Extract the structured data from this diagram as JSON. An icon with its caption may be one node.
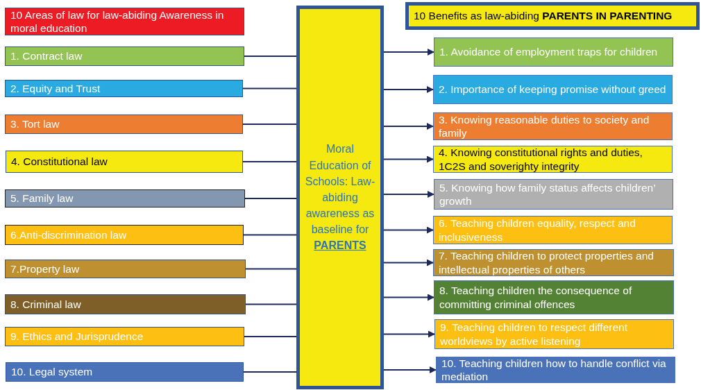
{
  "diagram": {
    "nodes": [
      {
        "text": [
          "10 Areas of law for law-abiding Awareness in  moral education"
        ]
      },
      {
        "text": [
          "1. Contract law"
        ]
      },
      {
        "text": [
          "2. Equity and Trust"
        ]
      },
      {
        "text": [
          "3. Tort law"
        ]
      },
      {
        "text": [
          "4. Constitutional law"
        ]
      },
      {
        "text": [
          "5. Family law"
        ]
      },
      {
        "text": [
          "6.Anti-discrimination law"
        ]
      },
      {
        "text": [
          "7.Property law"
        ]
      },
      {
        "text": [
          "8. Criminal law"
        ]
      },
      {
        "text": [
          "9. Ethics and Jurisprudence"
        ]
      },
      {
        "text": [
          "10. Legal system"
        ]
      },
      {
        "text": [
          "Moral Education of Schools: Law-abiding awareness as baseline for **PARENTS**"
        ]
      },
      {
        "text": [
          "10 Benefits as law-abiding **PARENTS IN PARENTING**"
        ]
      },
      {
        "text": [
          "1. Avoidance of employment traps for children"
        ]
      },
      {
        "text": [
          "2. Importance of keeping promise without greed"
        ]
      },
      {
        "text": [
          "3. Knowing reasonable duties to society and family"
        ]
      },
      {
        "text": [
          "4. Knowing constitutional rights and duties, 1C2S and soverighty integrity"
        ]
      },
      {
        "text": [
          "5. Knowing how family status affects children’ growth"
        ]
      },
      {
        "text": [
          "6. Teaching children equality, respect and inclusiveness"
        ]
      },
      {
        "text": [
          "7. Teaching children to protect properties and intellectual properties of others"
        ]
      },
      {
        "text": [
          "8. Teaching children the consequence of committing criminal offences"
        ]
      },
      {
        "text": [
          "9. Teaching children to respect different worldviews by active listening"
        ]
      },
      {
        "text": [
          "10. Teaching children how to handle conflict via mediation"
        ]
      }
    ],
    "edges": [
      {
        "from": 1,
        "to": 11,
        "arrow": "none"
      },
      {
        "from": 2,
        "to": 11,
        "arrow": "none"
      },
      {
        "from": 3,
        "to": 11,
        "arrow": "none"
      },
      {
        "from": 4,
        "to": 11,
        "arrow": "none"
      },
      {
        "from": 5,
        "to": 11,
        "arrow": "none"
      },
      {
        "from": 6,
        "to": 11,
        "arrow": "none"
      },
      {
        "from": 7,
        "to": 11,
        "arrow": "none"
      },
      {
        "from": 8,
        "to": 11,
        "arrow": "none"
      },
      {
        "from": 9,
        "to": 11,
        "arrow": "none"
      },
      {
        "from": 10,
        "to": 11,
        "arrow": "none"
      },
      {
        "from": 11,
        "to": 13,
        "arrow": "to"
      },
      {
        "from": 11,
        "to": 14,
        "arrow": "to"
      },
      {
        "from": 11,
        "to": 15,
        "arrow": "to"
      },
      {
        "from": 11,
        "to": 16,
        "arrow": "to"
      },
      {
        "from": 11,
        "to": 17,
        "arrow": "to"
      },
      {
        "from": 11,
        "to": 18,
        "arrow": "to"
      },
      {
        "from": 11,
        "to": 19,
        "arrow": "to"
      },
      {
        "from": 11,
        "to": 20,
        "arrow": "to"
      },
      {
        "from": 11,
        "to": 21,
        "arrow": "to"
      },
      {
        "from": 11,
        "to": 22,
        "arrow": "to"
      }
    ]
  }
}
